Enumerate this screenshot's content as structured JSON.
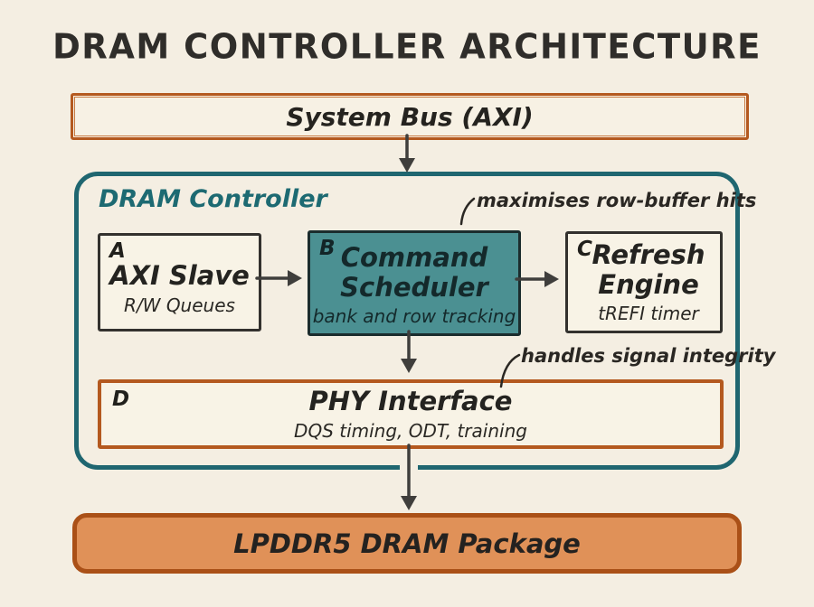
{
  "title": "DRAM CONTROLLER ARCHITECTURE",
  "system_bus": {
    "label": "System Bus (AXI)"
  },
  "controller": {
    "label": "DRAM Controller",
    "block_a": {
      "id": "A",
      "title": "AXI Slave",
      "subtitle": "R/W Queues"
    },
    "block_b": {
      "id": "B",
      "line1": "Command",
      "line2": "Scheduler",
      "subtitle": "bank and row tracking"
    },
    "block_c": {
      "id": "C",
      "line1": "Refresh",
      "line2": "Engine",
      "subtitle": "tREFI timer"
    },
    "block_d": {
      "id": "D",
      "title": "PHY Interface",
      "subtitle": "DQS timing, ODT, training"
    },
    "annotation_scheduler": "maximises row-buffer hits",
    "annotation_phy": "handles signal integrity"
  },
  "dram_package": {
    "label": "LPDDR5 DRAM Package"
  },
  "colors": {
    "background": "#f4eee2",
    "teal_border": "#1f6670",
    "teal_fill": "#4b9092",
    "orange_border": "#b4591f",
    "package_fill": "#e09158",
    "package_border": "#aa5017",
    "ink": "#2f2d2a",
    "arrow": "#3f3e3c"
  }
}
